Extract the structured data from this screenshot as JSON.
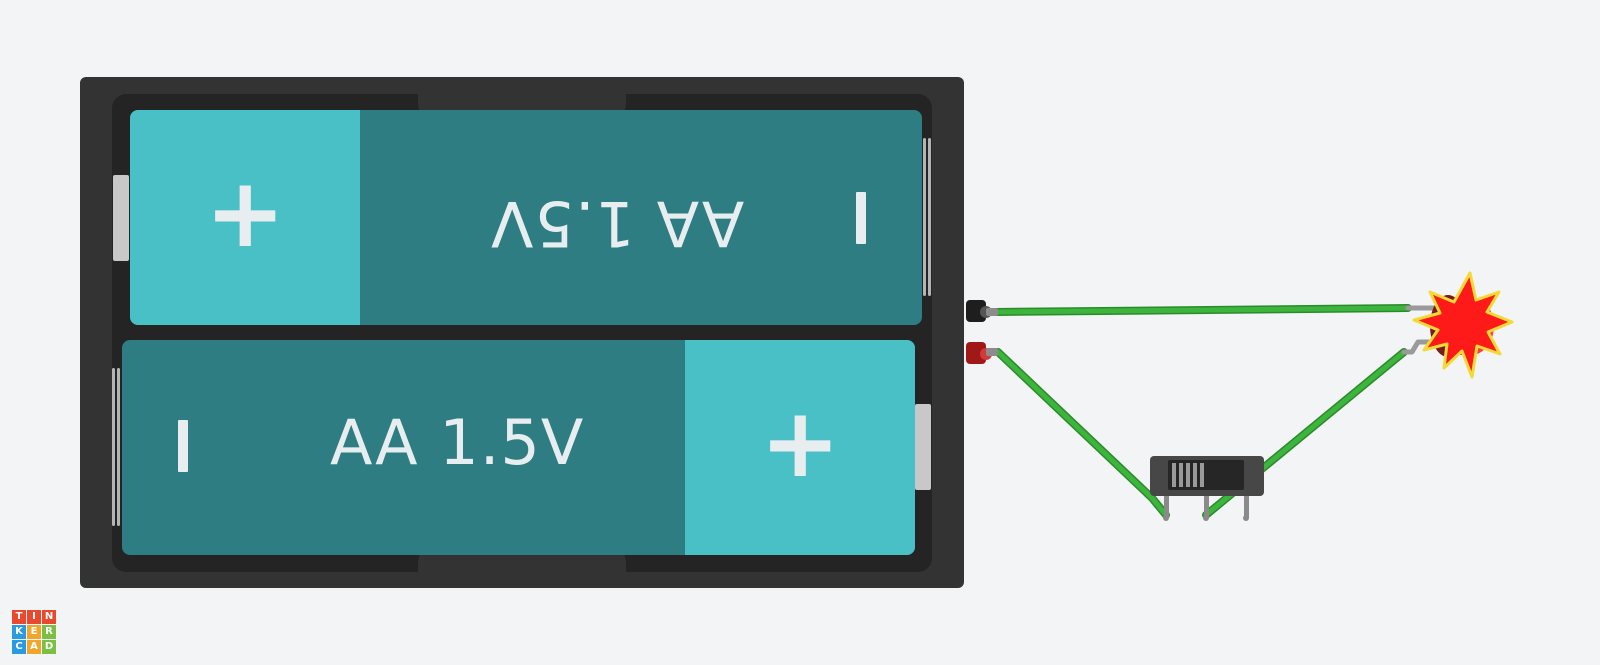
{
  "battery_pack": {
    "top_battery": {
      "label": "AA 1.5V",
      "positive": "+",
      "orientation": "flipped"
    },
    "bottom_battery": {
      "label": "AA 1.5V",
      "positive": "+",
      "orientation": "normal"
    }
  },
  "circuit": {
    "components": [
      "battery-holder",
      "slide-switch",
      "red-led"
    ],
    "wire_color": "#3db53d",
    "led_color": "#ff2a2a",
    "led_state": "burnt-out"
  },
  "logo": {
    "letters": [
      "T",
      "I",
      "N",
      "K",
      "E",
      "R",
      "C",
      "A",
      "D"
    ],
    "colors": [
      "#e8492f",
      "#e8492f",
      "#e8492f",
      "#2a9be0",
      "#f0a62a",
      "#7cc043",
      "#2a9be0",
      "#f0a62a",
      "#7cc043"
    ]
  },
  "colors": {
    "background": "#f2f4f6",
    "battery_body": "#2e7d82",
    "battery_cap": "#48c0c6",
    "holder": "#333333"
  }
}
